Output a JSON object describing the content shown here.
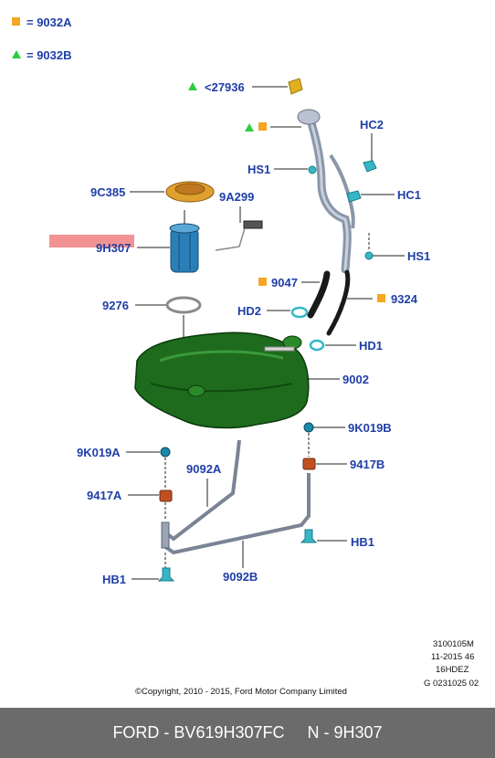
{
  "legend": [
    {
      "marker": "square",
      "color": "#f5a623",
      "text": "= 9032A"
    },
    {
      "marker": "triangle",
      "color": "#2ecc40",
      "text": "= 9032B"
    }
  ],
  "labels": {
    "p27936": "<27936",
    "hc2": "HC2",
    "hs1_top": "HS1",
    "hc1": "HC1",
    "hs1_right": "HS1",
    "p9c385": "9C385",
    "p9a299": "9A299",
    "p9h307": "9H307",
    "p9047": "9047",
    "p9324": "9324",
    "p9276": "9276",
    "hd2": "HD2",
    "hd1": "HD1",
    "p9002": "9002",
    "p9k019b": "9K019B",
    "p9k019a": "9K019A",
    "p9092a": "9092A",
    "p9417b": "9417B",
    "p9417a": "9417A",
    "hb1_right": "HB1",
    "hb1_left": "HB1",
    "p9092b": "9092B"
  },
  "meta": {
    "code": "3100105M",
    "date": "11-2015 46",
    "model": "16HDEZ",
    "gref": "G 0231025 02",
    "copyright": "©Copyright, 2010 - 2015, Ford Motor Company Limited"
  },
  "footer": {
    "text": "FORD - BV619H307FC     N - 9H307"
  },
  "colors": {
    "label": "#1f3ea8",
    "highlight": "#f08080",
    "tank": "#1e6b1e",
    "pump": "#2a7fb8",
    "connector": "#34b8c8",
    "footer_bg": "#6b6b6b"
  }
}
